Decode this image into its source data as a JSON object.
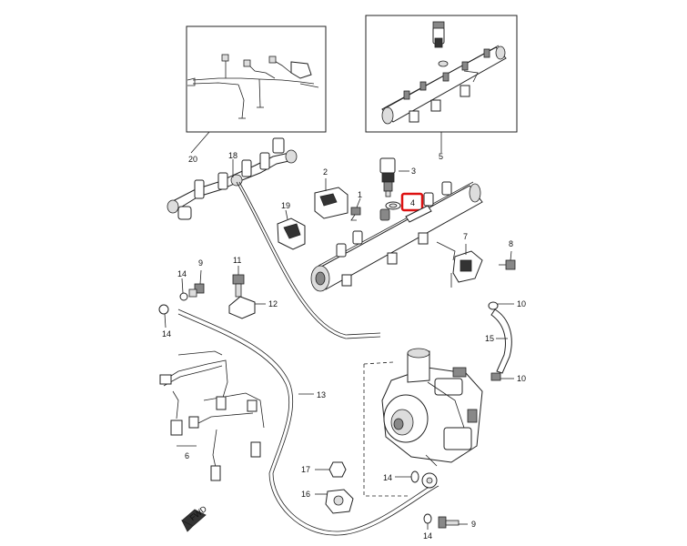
{
  "callouts": {
    "c1": "1",
    "c2": "2",
    "c3": "3",
    "c4": "4",
    "c5": "5",
    "c6": "6",
    "c7": "7",
    "c8": "8",
    "c9a": "9",
    "c9b": "9",
    "c10a": "10",
    "c10b": "10",
    "c11": "11",
    "c12": "12",
    "c13": "13",
    "c14a": "14",
    "c14b": "14",
    "c14c": "14",
    "c14d": "14",
    "c15": "15",
    "c16": "16",
    "c17": "17",
    "c18": "18",
    "c19": "19",
    "c20": "20"
  },
  "front_marker": "FWD",
  "highlighted_part": "4",
  "colors": {
    "line": "#222222",
    "highlight": "#dd1111",
    "background": "#ffffff"
  }
}
